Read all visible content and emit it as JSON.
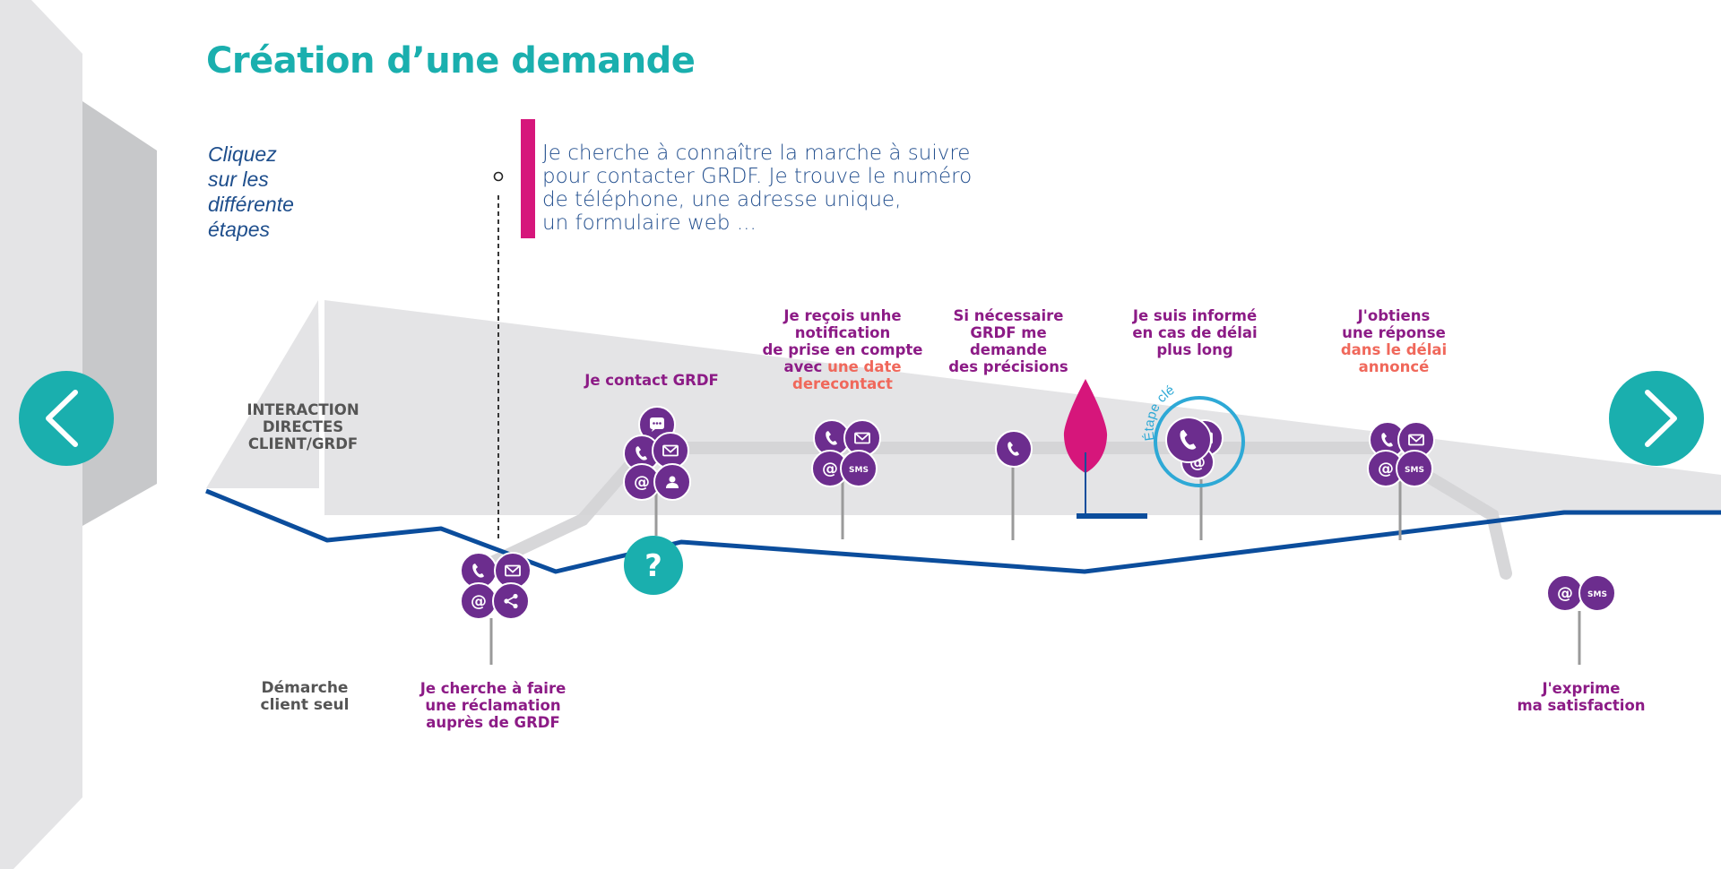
{
  "title": "Création d’une demande",
  "hint_lines": [
    "Cliquez",
    "sur les",
    "différente",
    "étapes"
  ],
  "popup_lines": [
    "Je cherche à connaître la marche à suivre",
    "pour contacter GRDF. Je trouve le numéro",
    "de téléphone, une adresse unique,",
    "un formulaire web ..."
  ],
  "lanes": {
    "top": [
      "INTERACTION",
      "DIRECTES",
      "CLIENT/GRDF"
    ],
    "bottom": [
      "Démarche",
      "client seul"
    ]
  },
  "steps": {
    "reclamation": [
      "Je cherche à faire",
      "une réclamation",
      "auprès de GRDF"
    ],
    "contact": "Je contact GRDF",
    "notification": {
      "lines": [
        "Je reçois unhe",
        "notification",
        "de prise en compte"
      ],
      "prefix": "avec ",
      "highlight1": "une date",
      "highlight2": "derecontact"
    },
    "precisions": [
      "Si nécessaire",
      "GRDF me",
      "demande",
      "des précisions"
    ],
    "delai": [
      "Je suis informé",
      "en cas de délai",
      "plus long"
    ],
    "reponse": {
      "lines": [
        "J'obtiens",
        "une réponse"
      ],
      "highlight1": "dans le délai",
      "highlight2": "annoncé"
    },
    "satisfaction": [
      "J'exprime",
      "ma satisfaction"
    ]
  },
  "etape_cle": "Étape clé",
  "question_mark": "?",
  "sms_label": "SMS",
  "icons": {
    "phone": "phone-icon",
    "mail": "mail-icon",
    "at": "at-icon",
    "chat": "chat-icon",
    "share": "share-icon",
    "person": "person-icon",
    "sms": "sms-icon",
    "question": "question-icon",
    "prev": "chevron-left-icon",
    "next": "chevron-right-icon"
  },
  "colors": {
    "teal": "#1AAFAE",
    "purple": "#6C2D8E",
    "magenta": "#D6167B",
    "navy": "#0B4D9C",
    "step_label": "#8C1B86",
    "highlight": "#F0685B",
    "hint": "#1E4E8C"
  }
}
